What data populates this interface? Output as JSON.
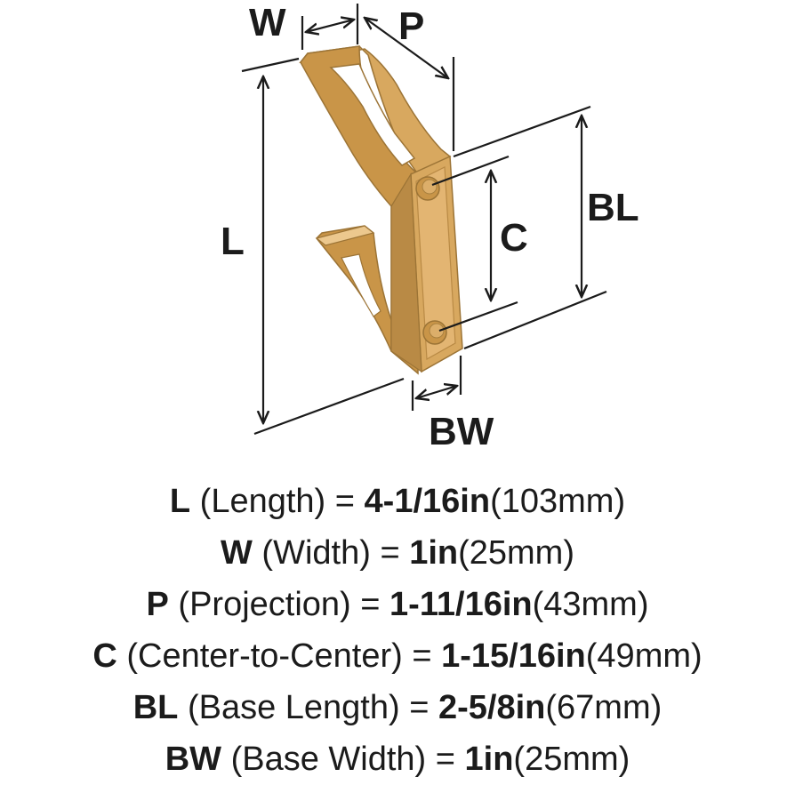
{
  "diagram": {
    "labels": {
      "w": "W",
      "p": "P",
      "l": "L",
      "c": "C",
      "bl": "BL",
      "bw": "BW"
    },
    "colors": {
      "hook_finish": "#d8a85f",
      "hook_shadow": "#b98a45",
      "hook_highlight": "#ecc88e",
      "lines": "#1b1b1b"
    }
  },
  "specs": [
    {
      "code": "L",
      "name": "(Length)",
      "eq": "=",
      "imperial": "4-1/16in",
      "metric": "(103mm)"
    },
    {
      "code": "W",
      "name": "(Width)",
      "eq": "=",
      "imperial": "1in",
      "metric": "(25mm)"
    },
    {
      "code": "P",
      "name": "(Projection)",
      "eq": "=",
      "imperial": "1-11/16in",
      "metric": "(43mm)"
    },
    {
      "code": "C",
      "name": "(Center-to-Center)",
      "eq": "=",
      "imperial": "1-15/16in",
      "metric": "(49mm)"
    },
    {
      "code": "BL",
      "name": "(Base Length)",
      "eq": "=",
      "imperial": "2-5/8in",
      "metric": "(67mm)"
    },
    {
      "code": "BW",
      "name": "(Base Width)",
      "eq": "=",
      "imperial": "1in",
      "metric": "(25mm)"
    }
  ]
}
